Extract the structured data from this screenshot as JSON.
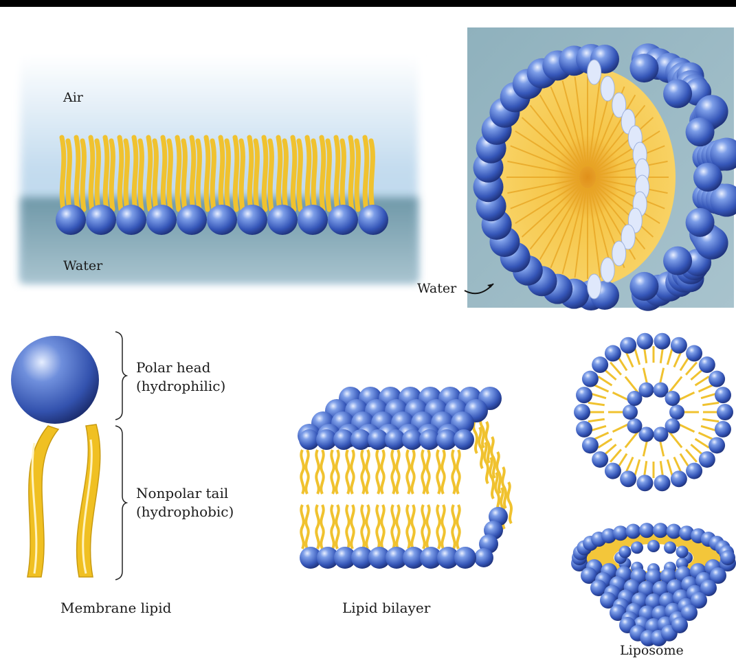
{
  "monolayer": {
    "air_label": "Air",
    "water_label": "Water"
  },
  "micelle": {
    "water_label": "Water"
  },
  "membrane_lipid": {
    "head_label_line1": "Polar head",
    "head_label_line2": "(hydrophilic)",
    "tail_label_line1": "Nonpolar tail",
    "tail_label_line2": "(hydrophobic)",
    "caption": "Membrane lipid"
  },
  "bilayer": {
    "caption": "Lipid bilayer"
  },
  "liposome": {
    "caption": "Liposome"
  },
  "colors": {
    "head_blue": "#3a63c6",
    "tail_yellow": "#f2c230",
    "water": "#7fa6b4",
    "micelle_core": "#f4c141"
  }
}
